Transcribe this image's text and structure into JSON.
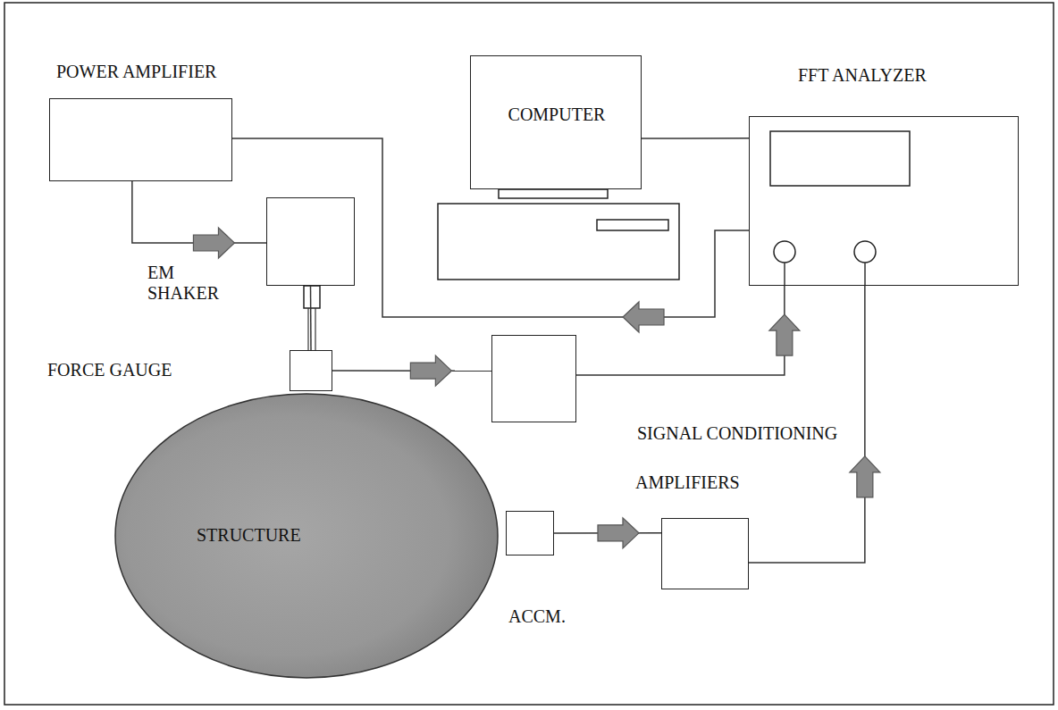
{
  "diagram": {
    "nodes": [
      {
        "text": [
          "POWER AMPLIFIER"
        ]
      },
      {
        "text": [
          "COMPUTER"
        ]
      },
      {
        "text": [
          "FFT ANALYZER"
        ]
      },
      {
        "text": [
          "EM SHAKER"
        ]
      },
      {
        "text": [
          "FORCE GAUGE"
        ]
      },
      {
        "text": [
          "SIGNAL CONDITIONING"
        ]
      },
      {
        "text": [
          "AMPLIFIERS"
        ]
      },
      {
        "text": [
          "STRUCTURE"
        ]
      },
      {
        "text": [
          "ACCM."
        ]
      }
    ],
    "edges": [
      {
        "from": 0,
        "to": 3,
        "arrow": "to"
      },
      {
        "from": 2,
        "to": 0,
        "arrow": "to"
      },
      {
        "from": 1,
        "to": 2,
        "arrow": "none"
      },
      {
        "from": 3,
        "to": 4,
        "arrow": "none"
      },
      {
        "from": 4,
        "to": 5,
        "arrow": "to"
      },
      {
        "from": 5,
        "to": 2,
        "arrow": "to"
      },
      {
        "from": 8,
        "to": 6,
        "arrow": "to"
      },
      {
        "from": 6,
        "to": 2,
        "arrow": "to"
      }
    ]
  }
}
